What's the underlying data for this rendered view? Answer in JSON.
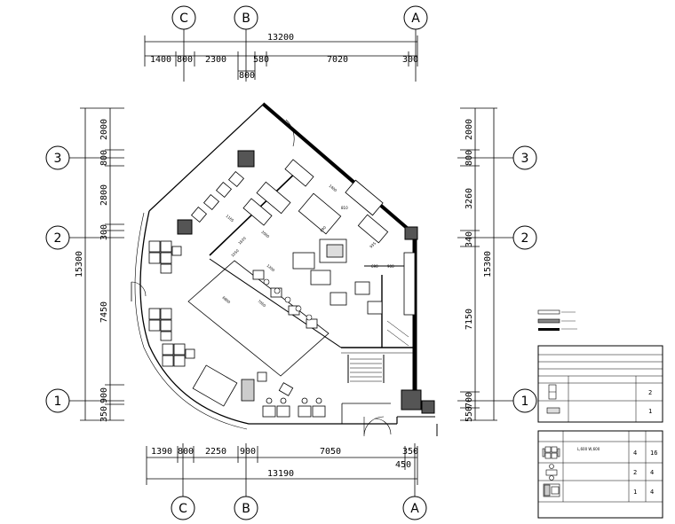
{
  "top_dimensions": {
    "overall": "13200",
    "segments": [
      "1400",
      "800",
      "2300",
      "580",
      "7020",
      "300"
    ],
    "sub": "800"
  },
  "bottom_dimensions": {
    "overall": "13190",
    "segments": [
      "1390",
      "800",
      "2250",
      "900",
      "7050",
      "350"
    ],
    "sub": "450"
  },
  "left_dimensions": {
    "overall": "15300",
    "segments": [
      "2000",
      "800",
      "2800",
      "300",
      "7450",
      "900",
      "350"
    ]
  },
  "right_dimensions": {
    "overall": "15300",
    "segments": [
      "2000",
      "800",
      "3260",
      "340",
      "7150",
      "700",
      "550"
    ]
  },
  "grid_labels": {
    "columns": [
      "C",
      "B",
      "A"
    ],
    "rows": [
      "3",
      "2",
      "1"
    ]
  },
  "plan_annotations": {
    "wall_1": "1400",
    "wall_2": "810",
    "wall_3": "1165",
    "wall_4": "1200",
    "wall_5": "2000",
    "wall_6": "6800",
    "wall_7": "7050",
    "wall_8": "935",
    "wall_9": "690",
    "wall_10": "900",
    "wall_11": "690",
    "wall_12": "1050",
    "wall_13": "1620"
  },
  "legend_table": {
    "notes": [
      "",
      "",
      "",
      "",
      ""
    ],
    "header": [
      "",
      "",
      ""
    ],
    "rows": [
      {
        "name": "",
        "qty": "2"
      },
      {
        "name": "",
        "qty": "1"
      }
    ]
  },
  "seating_table": {
    "header": [
      "",
      "",
      "",
      ""
    ],
    "rows": [
      {
        "desc": "L,600    W,600",
        "a": "4",
        "b": "16"
      },
      {
        "desc": "",
        "a": "2",
        "b": "4"
      },
      {
        "desc": "",
        "a": "1",
        "b": "4"
      }
    ],
    "footer": ""
  }
}
